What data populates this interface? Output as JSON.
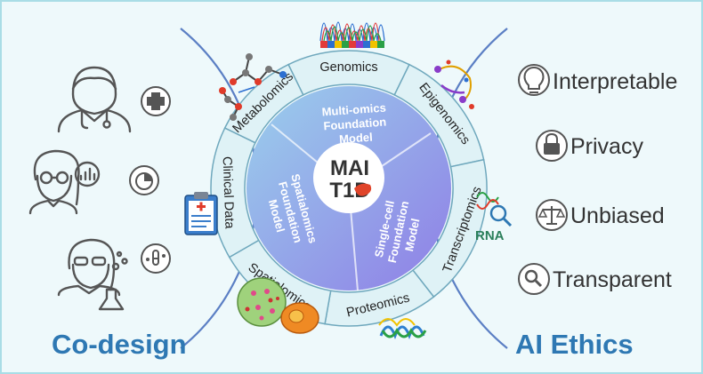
{
  "colors": {
    "background": "#eef9fb",
    "frame": "#a9dde6",
    "accent_blue": "#2e78b3",
    "arc_blue": "#5b7fc4",
    "ring_fill": "#dff2f6",
    "ring_stroke": "#6fa8bd",
    "center_grad_start": "#9ad0ec",
    "center_grad_end": "#8f7ee6",
    "icon_gray": "#555555"
  },
  "left": {
    "title": "Co-design",
    "people_icons": [
      "doctor-icon",
      "scientist-analyst-icon",
      "lab-researcher-icon"
    ],
    "badge_icons": [
      "medical-cross-icon",
      "pie-chart-icon",
      "test-tube-icon"
    ]
  },
  "center": {
    "logo_line1": "MAI",
    "logo_line2": "T1D",
    "top_image": "dna-sequencing-chromatogram-icon",
    "ring_segments": [
      "Genomics",
      "Epigenomics",
      "Transcriptomics",
      "Proteomics",
      "Spatialomics",
      "Clinical Data",
      "Metabolomics"
    ],
    "models": [
      {
        "lines": [
          "Multi-omics",
          "Foundation",
          "Model"
        ]
      },
      {
        "lines": [
          "Single-cell",
          "Foundation",
          "Model"
        ]
      },
      {
        "lines": [
          "Spatialomics",
          "Foundation",
          "Model"
        ]
      }
    ],
    "rna_label": "RNA",
    "decor_icons": [
      "molecule-icon",
      "chromatin-icon",
      "clipboard-icon",
      "tissue-cell-icon",
      "cell-icon",
      "protein-helix-icon",
      "rna-search-icon"
    ]
  },
  "right": {
    "title": "AI Ethics",
    "items": [
      {
        "label": "Interpretable",
        "icon": "lightbulb-icon"
      },
      {
        "label": "Privacy",
        "icon": "lock-icon"
      },
      {
        "label": "Unbiased",
        "icon": "scales-icon"
      },
      {
        "label": "Transparent",
        "icon": "magnifier-icon"
      }
    ]
  }
}
